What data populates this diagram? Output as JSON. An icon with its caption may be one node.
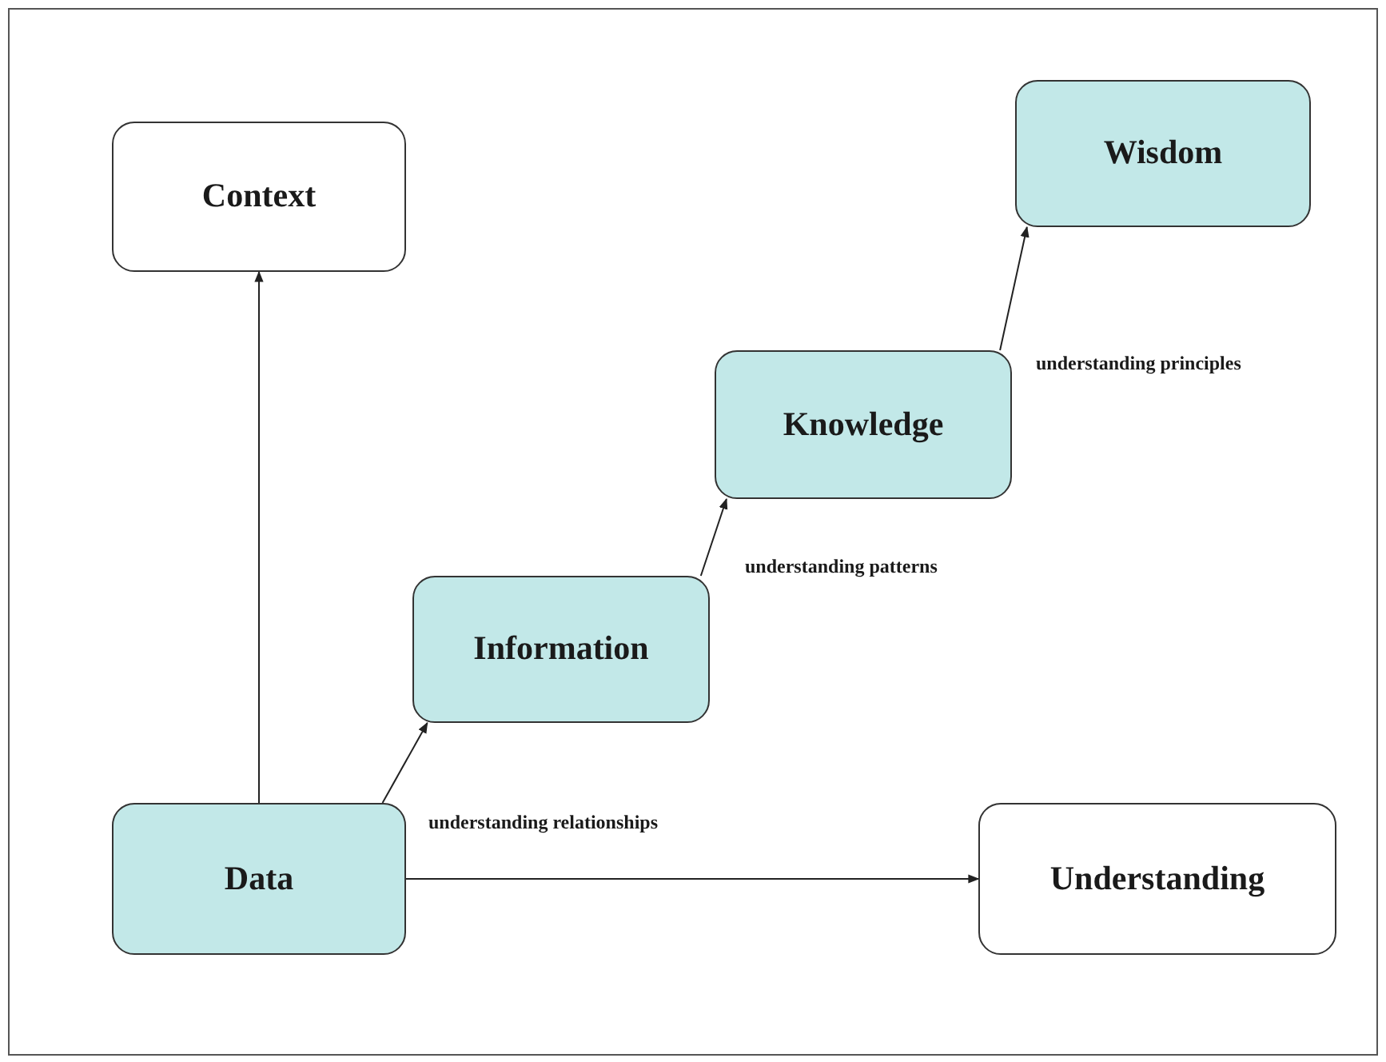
{
  "diagram": {
    "nodes": [
      {
        "text": [
          "Context"
        ]
      },
      {
        "text": [
          "Wisdom"
        ]
      },
      {
        "text": [
          "Knowledge"
        ]
      },
      {
        "text": [
          "Information"
        ]
      },
      {
        "text": [
          "Data"
        ]
      },
      {
        "text": [
          "Understanding"
        ]
      }
    ],
    "edges": [
      {
        "from": 4,
        "to": 0,
        "arrow": "to"
      },
      {
        "from": 4,
        "to": 3,
        "arrow": "to",
        "label": "understanding relationships"
      },
      {
        "from": 3,
        "to": 2,
        "arrow": "to",
        "label": "understanding patterns"
      },
      {
        "from": 2,
        "to": 1,
        "arrow": "to",
        "label": "understanding principles"
      },
      {
        "from": 4,
        "to": 5,
        "arrow": "to"
      }
    ]
  }
}
